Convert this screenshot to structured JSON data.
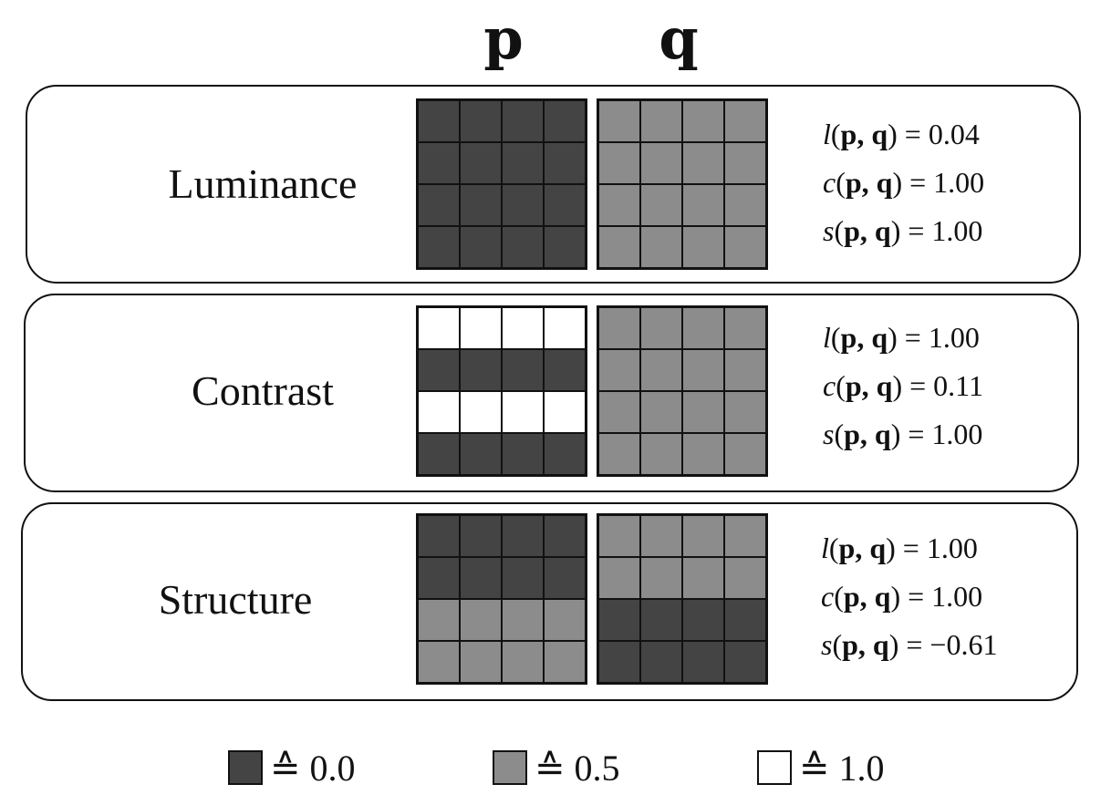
{
  "column_headers": {
    "p": "p",
    "q": "q"
  },
  "colors": {
    "v0": "#444444",
    "v05": "#8c8c8c",
    "v1": "#ffffff"
  },
  "panels": [
    {
      "label": "Luminance",
      "p": [
        [
          0,
          0,
          0,
          0
        ],
        [
          0,
          0,
          0,
          0
        ],
        [
          0,
          0,
          0,
          0
        ],
        [
          0,
          0,
          0,
          0
        ]
      ],
      "q": [
        [
          0.5,
          0.5,
          0.5,
          0.5
        ],
        [
          0.5,
          0.5,
          0.5,
          0.5
        ],
        [
          0.5,
          0.5,
          0.5,
          0.5
        ],
        [
          0.5,
          0.5,
          0.5,
          0.5
        ]
      ],
      "metrics": [
        {
          "fn": "l",
          "args": "p, q",
          "value": "0.04"
        },
        {
          "fn": "c",
          "args": "p, q",
          "value": "1.00"
        },
        {
          "fn": "s",
          "args": "p, q",
          "value": "1.00"
        }
      ]
    },
    {
      "label": "Contrast",
      "p": [
        [
          1,
          1,
          1,
          1
        ],
        [
          0,
          0,
          0,
          0
        ],
        [
          1,
          1,
          1,
          1
        ],
        [
          0,
          0,
          0,
          0
        ]
      ],
      "q": [
        [
          0.5,
          0.5,
          0.5,
          0.5
        ],
        [
          0.5,
          0.5,
          0.5,
          0.5
        ],
        [
          0.5,
          0.5,
          0.5,
          0.5
        ],
        [
          0.5,
          0.5,
          0.5,
          0.5
        ]
      ],
      "metrics": [
        {
          "fn": "l",
          "args": "p, q",
          "value": "1.00"
        },
        {
          "fn": "c",
          "args": "p, q",
          "value": "0.11"
        },
        {
          "fn": "s",
          "args": "p, q",
          "value": "1.00"
        }
      ]
    },
    {
      "label": "Structure",
      "p": [
        [
          0,
          0,
          0,
          0
        ],
        [
          0,
          0,
          0,
          0
        ],
        [
          0.5,
          0.5,
          0.5,
          0.5
        ],
        [
          0.5,
          0.5,
          0.5,
          0.5
        ]
      ],
      "q": [
        [
          0.5,
          0.5,
          0.5,
          0.5
        ],
        [
          0.5,
          0.5,
          0.5,
          0.5
        ],
        [
          0,
          0,
          0,
          0
        ],
        [
          0,
          0,
          0,
          0
        ]
      ],
      "metrics": [
        {
          "fn": "l",
          "args": "p, q",
          "value": "1.00"
        },
        {
          "fn": "c",
          "args": "p, q",
          "value": "1.00"
        },
        {
          "fn": "s",
          "args": "p, q",
          "value": "−0.61"
        }
      ]
    }
  ],
  "legend": [
    {
      "value": 0,
      "label": "≙ 0.0"
    },
    {
      "value": 0.5,
      "label": "≙ 0.5"
    },
    {
      "value": 1,
      "label": "≙ 1.0"
    }
  ]
}
